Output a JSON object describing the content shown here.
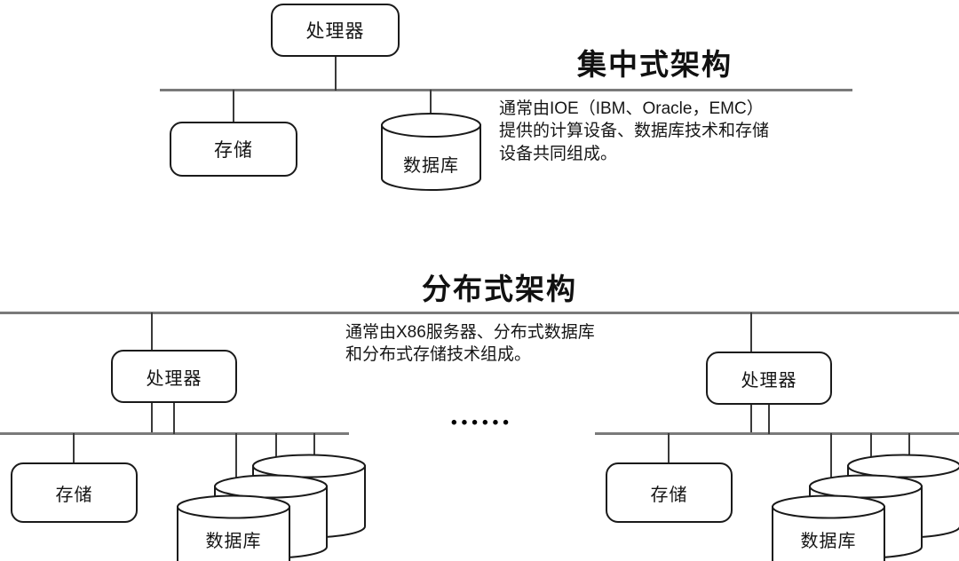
{
  "diagram": {
    "background": "#ffffff",
    "line_color": "#7a7a7a",
    "stroke_color": "#1a1a1a",
    "text_color": "#141414"
  },
  "centralized": {
    "title": "集中式架构",
    "description": "通常由IOE（IBM、Oracle，EMC）\n提供的计算设备、数据库技术和存储\n设备共同组成。",
    "nodes": {
      "processor": "处理器",
      "storage": "存储",
      "database": "数据库"
    }
  },
  "distributed": {
    "title": "分布式架构",
    "description": "通常由X86服务器、分布式数据库\n和分布式存储技术组成。",
    "ellipsis": "••••••",
    "cluster_left": {
      "processor": "处理器",
      "storage": "存储",
      "database": "数据库"
    },
    "cluster_right": {
      "processor": "处理器",
      "storage": "存储",
      "database": "数据库"
    }
  }
}
